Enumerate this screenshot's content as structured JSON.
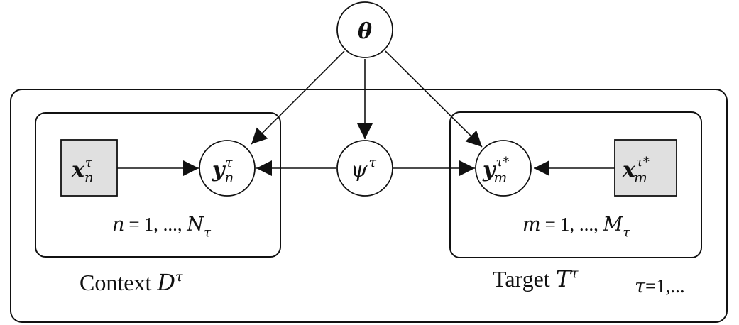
{
  "diagram": {
    "type": "graphical-model",
    "nodes": {
      "theta": {
        "symbol": "θ",
        "kind": "latent-global"
      },
      "psi": {
        "symbol": "ψ",
        "sup": "τ",
        "kind": "latent-task"
      },
      "x_context": {
        "symbol": "x",
        "sub": "n",
        "sup": "τ",
        "kind": "observed-input"
      },
      "y_context": {
        "symbol": "y",
        "sub": "n",
        "sup": "τ",
        "kind": "observed-output"
      },
      "y_target": {
        "symbol": "y",
        "sub": "m",
        "sup": "τ*",
        "kind": "observed-output"
      },
      "x_target": {
        "symbol": "x",
        "sub": "m",
        "sup": "τ*",
        "kind": "observed-input"
      }
    },
    "edges": [
      {
        "from": "theta",
        "to": "y_context"
      },
      {
        "from": "theta",
        "to": "psi"
      },
      {
        "from": "theta",
        "to": "y_target"
      },
      {
        "from": "x_context",
        "to": "y_context"
      },
      {
        "from": "psi",
        "to": "y_context"
      },
      {
        "from": "psi",
        "to": "y_target"
      },
      {
        "from": "x_target",
        "to": "y_target"
      }
    ],
    "plates": {
      "context": {
        "index_var": "n",
        "eq": "=",
        "range": "1, ..., ",
        "bound": "N",
        "bound_sub": "τ",
        "label_text": "Context ",
        "label_sym": "D",
        "label_sup": "τ"
      },
      "target": {
        "index_var": "m",
        "eq": "=",
        "range": "1, ..., ",
        "bound": "M",
        "bound_sub": "τ",
        "label_text": "Target ",
        "label_sym": "T",
        "label_sup": "τ"
      },
      "task": {
        "label_sym": "τ",
        "label_rest": "=1,..."
      }
    }
  }
}
